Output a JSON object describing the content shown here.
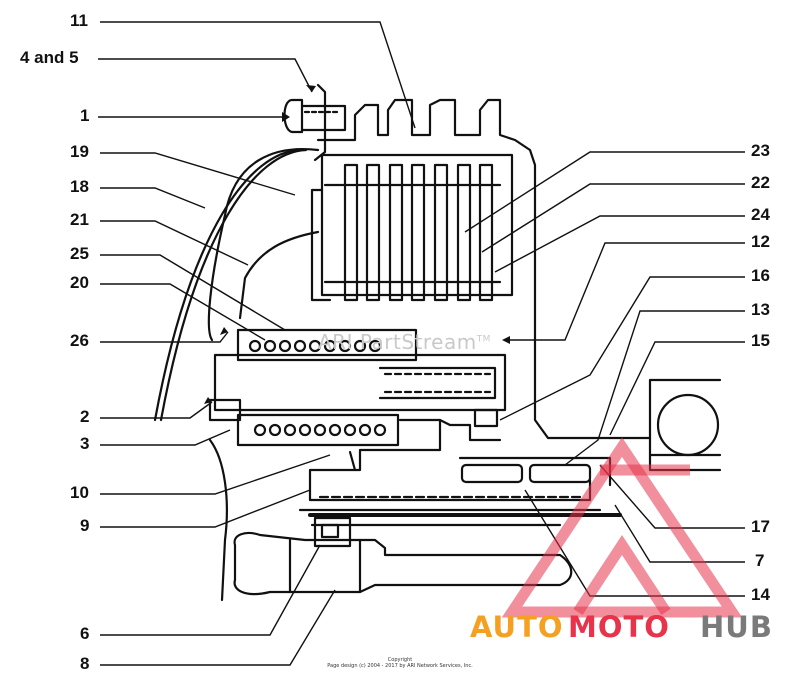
{
  "labels": {
    "l11": "11",
    "l4and5": "4 and 5",
    "l1": "1",
    "l19": "19",
    "l18": "18",
    "l21": "21",
    "l25": "25",
    "l20": "20",
    "l26": "26",
    "l2": "2",
    "l3": "3",
    "l10": "10",
    "l9": "9",
    "l6": "6",
    "l8": "8",
    "l23": "23",
    "l22": "22",
    "l24": "24",
    "l12": "12",
    "l16": "16",
    "l13": "13",
    "l15": "15",
    "l17": "17",
    "l7": "7",
    "l14": "14"
  },
  "watermark": {
    "text": "ARI PartStream",
    "tm": "TM"
  },
  "copyright": {
    "line1": "Copyright",
    "line2": "Page design (c) 2004 - 2017 by ARI Network Services, Inc."
  },
  "logo": {
    "auto": "AUTO",
    "moto": "MOTO",
    "hub": "HUB",
    "color_auto": "#f5a020",
    "color_moto": "#e8334a",
    "color_hub": "#7a7a7a",
    "triangle_color": "#e8334a"
  }
}
